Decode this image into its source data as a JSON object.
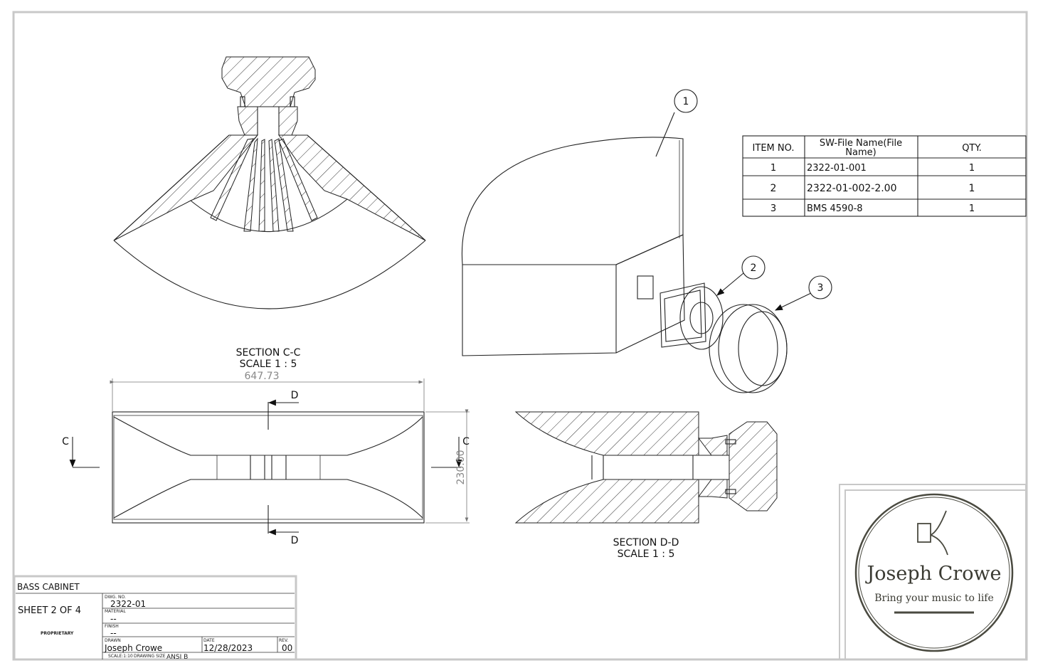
{
  "sections": {
    "cc_title": "SECTION C-C",
    "cc_scale": "SCALE 1 : 5",
    "dd_title": "SECTION D-D",
    "dd_scale": "SCALE 1 : 5",
    "cut_c": "C",
    "cut_d": "D"
  },
  "dimensions": {
    "width": "647.73",
    "height": "230.00"
  },
  "balloons": [
    "1",
    "2",
    "3"
  ],
  "bom": {
    "headers": [
      "ITEM NO.",
      "SW-File Name(File",
      "Name)",
      "QTY."
    ],
    "rows": [
      {
        "item": "1",
        "name": "2322-01-001",
        "qty": "1"
      },
      {
        "item": "2",
        "name": "2322-01-002-2.00",
        "qty": "1"
      },
      {
        "item": "3",
        "name": "BMS 4590-8",
        "qty": "1"
      }
    ]
  },
  "title_block": {
    "title": "BASS CABINET",
    "sheet": "SHEET 2 OF 4",
    "proprietary": "PROPRIETARY",
    "dwg_no_label": "DWG. NO.",
    "dwg_no": "2322-01",
    "material_label": "MATERIAL",
    "material": "--",
    "finish_label": "FINISH",
    "finish": "--",
    "drawn_label": "DRAWN",
    "drawn": "Joseph Crowe",
    "date_label": "DATE",
    "date": "12/28/2023",
    "rev_label": "REV.",
    "rev": "00",
    "scale_label": "SCALE:1:10",
    "size_label": "DRAWING SIZE",
    "size": "ANSI B"
  },
  "logo": {
    "name": "Joseph Crowe",
    "tagline": "Bring your music to life"
  }
}
